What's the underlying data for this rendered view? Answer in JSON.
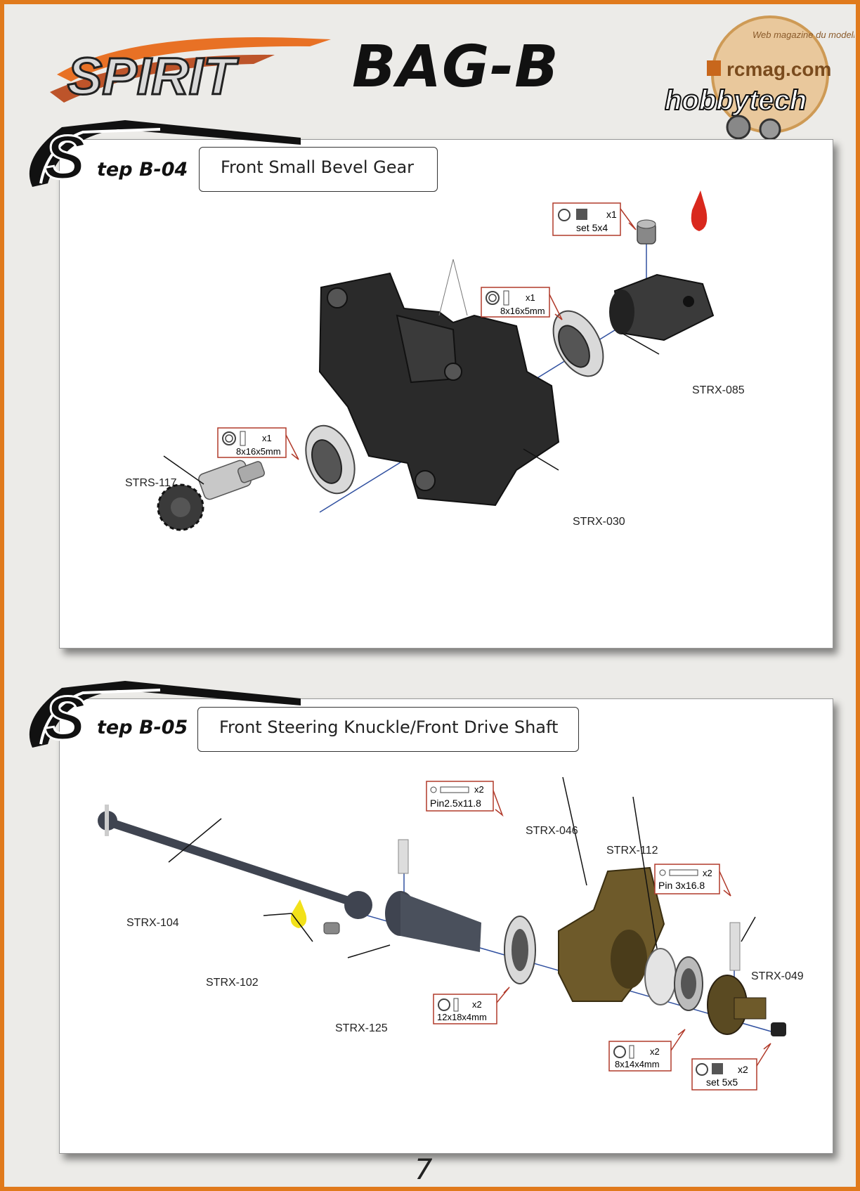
{
  "header": {
    "brand": "SPIRIT",
    "bag_title": "BAG-B",
    "badge_text": "rcmag.com",
    "badge_arc_text": "Web magazine du modelisme",
    "badge_brand": "hobbytech"
  },
  "step_b04": {
    "step_word": "tep B-04",
    "title": "Front Small Bevel Gear",
    "callouts": {
      "set_screw": {
        "qty": "x1",
        "size": "set 5x4"
      },
      "bearing_right": {
        "qty": "x1",
        "size": "8x16x5mm"
      },
      "bearing_left": {
        "qty": "x1",
        "size": "8x16x5mm"
      }
    },
    "parts": {
      "coupler": "STRX-085",
      "gearbox": "STRX-030",
      "bevel_gear": "STRS-117"
    }
  },
  "step_b05": {
    "step_word": "tep B-05",
    "title": "Front Steering Knuckle/Front Drive Shaft",
    "callouts": {
      "pin_top": {
        "qty": "x2",
        "size": "Pin2.5x11.8"
      },
      "pin_right": {
        "qty": "x2",
        "size": "Pin 3x16.8"
      },
      "bearing_large": {
        "qty": "x2",
        "size": "12x18x4mm"
      },
      "bearing_small": {
        "qty": "x2",
        "size": "8x14x4mm"
      },
      "set_screw": {
        "qty": "x2",
        "size": "set 5x5"
      }
    },
    "parts": {
      "drive_shaft": "STRX-104",
      "pin_insert": "STRX-102",
      "axle": "STRX-125",
      "knuckle": "STRX-046",
      "spacer": "STRX-112",
      "hub": "STRX-049"
    }
  },
  "page_number": "7"
}
